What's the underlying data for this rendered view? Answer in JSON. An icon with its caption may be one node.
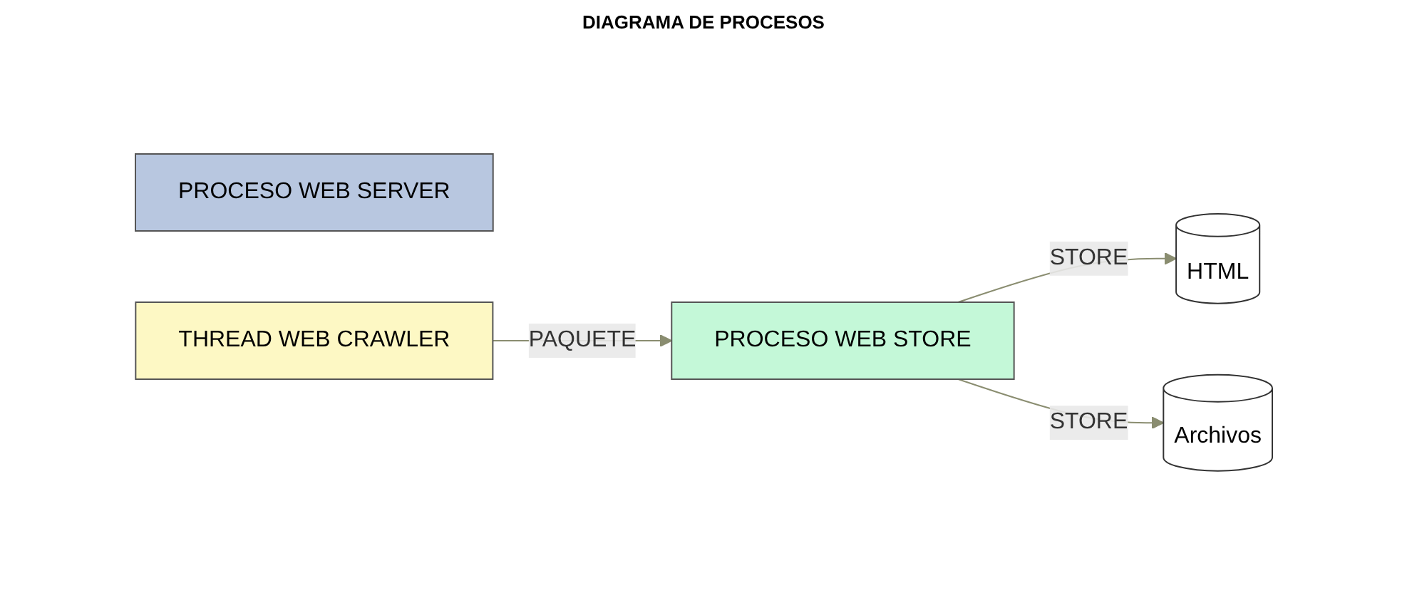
{
  "diagram": {
    "title": "DIAGRAMA DE PROCESOS",
    "nodes": [
      {
        "text": [
          "PROCESO WEB SERVER"
        ]
      },
      {
        "text": [
          "THREAD WEB CRAWLER"
        ]
      },
      {
        "text": [
          "PROCESO WEB STORE"
        ]
      },
      {
        "text": [
          "HTML"
        ]
      },
      {
        "text": [
          "Archivos"
        ]
      }
    ],
    "edges": [
      {
        "from": 1,
        "to": 2,
        "arrow": "to",
        "label": "PAQUETE"
      },
      {
        "from": 2,
        "to": 3,
        "arrow": "to",
        "label": "STORE"
      },
      {
        "from": 2,
        "to": 4,
        "arrow": "to",
        "label": "STORE"
      }
    ]
  }
}
